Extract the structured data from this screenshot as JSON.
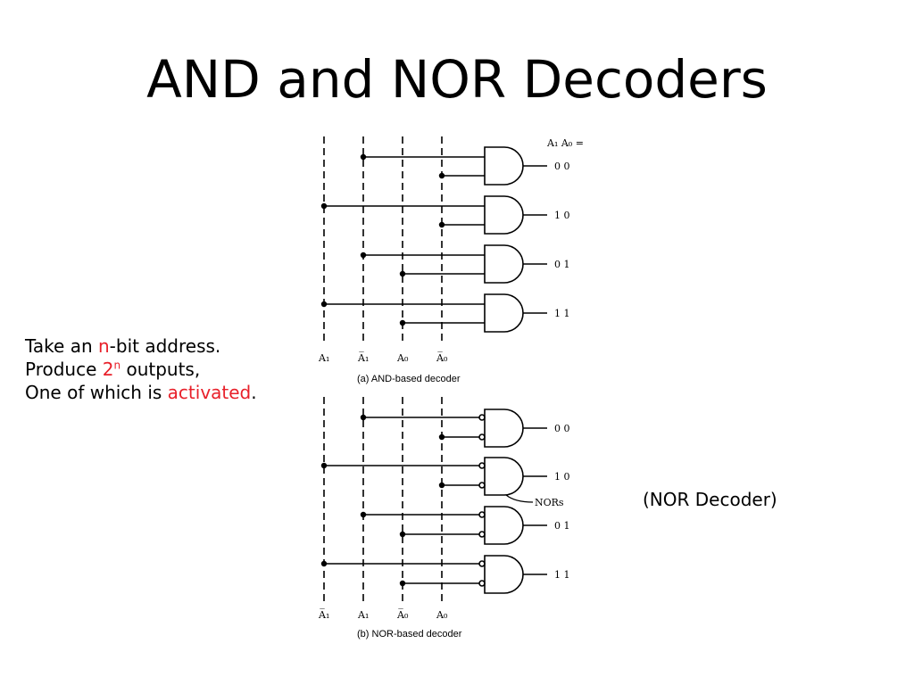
{
  "slide": {
    "title": "AND and NOR Decoders",
    "bullets": {
      "l1_pre": "Take an ",
      "l1_em": "n",
      "l1_post": "-bit address.",
      "l2_pre": "Produce ",
      "l2_base": "2",
      "l2_sup": "n",
      "l2_post": " outputs,",
      "l3_pre": "One of which is ",
      "l3_em": "activated",
      "l3_post": "."
    },
    "nor_note": "(NOR Decoder)",
    "accent_color": "#e8202a"
  },
  "diagram": {
    "and": {
      "header": "A₁ A₀ =",
      "outputs": [
        "0  0",
        "1  0",
        "0  1",
        "1  1"
      ],
      "input_labels": [
        "A₁",
        "A̅₁",
        "A₀",
        "A̅₀"
      ],
      "caption": "(a) AND-based decoder"
    },
    "nor": {
      "outputs": [
        "0  0",
        "1  0",
        "0  1",
        "1  1"
      ],
      "input_labels": [
        "A̅₁",
        "A₁",
        "A̅₀",
        "A₀"
      ],
      "caption": "(b) NOR-based decoder",
      "gate_label": "NORs"
    }
  }
}
